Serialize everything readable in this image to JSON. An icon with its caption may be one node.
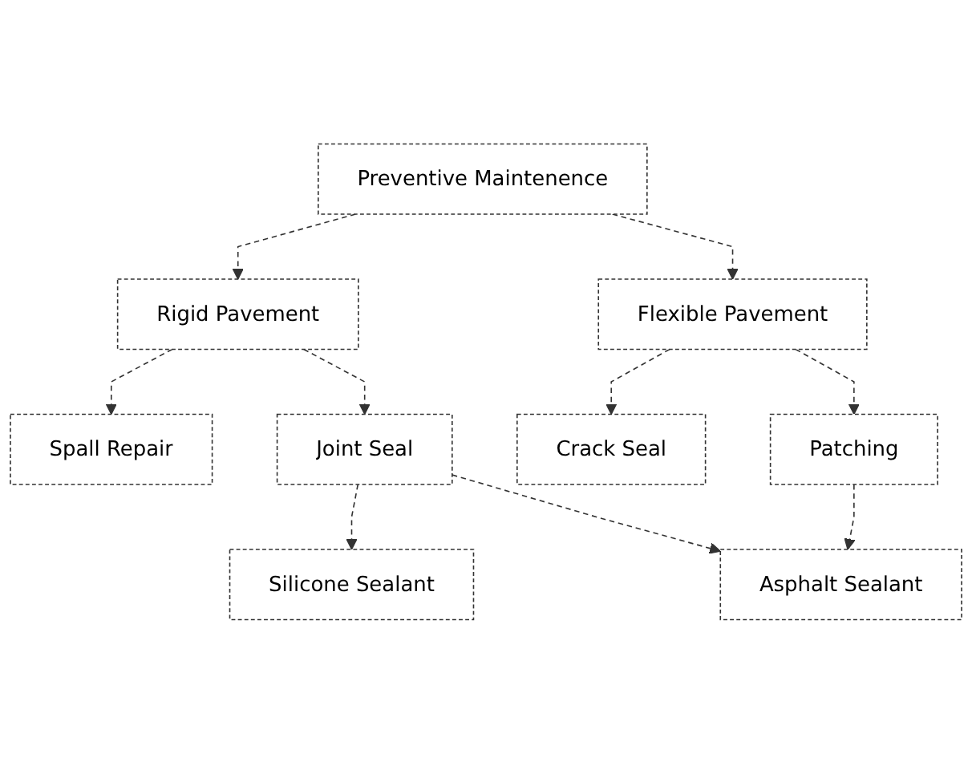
{
  "diagram": {
    "nodes": [
      {
        "text": [
          "Preventive Maintenence"
        ]
      },
      {
        "text": [
          "Rigid Pavement"
        ]
      },
      {
        "text": [
          "Flexible Pavement"
        ]
      },
      {
        "text": [
          "Spall Repair"
        ]
      },
      {
        "text": [
          "Joint Seal"
        ]
      },
      {
        "text": [
          "Crack Seal"
        ]
      },
      {
        "text": [
          "Patching"
        ]
      },
      {
        "text": [
          "Silicone Sealant"
        ]
      },
      {
        "text": [
          "Asphalt Sealant"
        ]
      }
    ],
    "edges": [
      {
        "from": 0,
        "to": 1,
        "arrow": "to",
        "style": "dashed"
      },
      {
        "from": 0,
        "to": 2,
        "arrow": "to",
        "style": "dashed"
      },
      {
        "from": 1,
        "to": 3,
        "arrow": "to",
        "style": "dashed"
      },
      {
        "from": 1,
        "to": 4,
        "arrow": "to",
        "style": "dashed"
      },
      {
        "from": 2,
        "to": 5,
        "arrow": "to",
        "style": "dashed"
      },
      {
        "from": 2,
        "to": 6,
        "arrow": "to",
        "style": "dashed"
      },
      {
        "from": 4,
        "to": 7,
        "arrow": "to",
        "style": "dashed"
      },
      {
        "from": 4,
        "to": 8,
        "arrow": "to",
        "style": "dashed"
      },
      {
        "from": 6,
        "to": 8,
        "arrow": "to",
        "style": "dashed"
      }
    ]
  }
}
